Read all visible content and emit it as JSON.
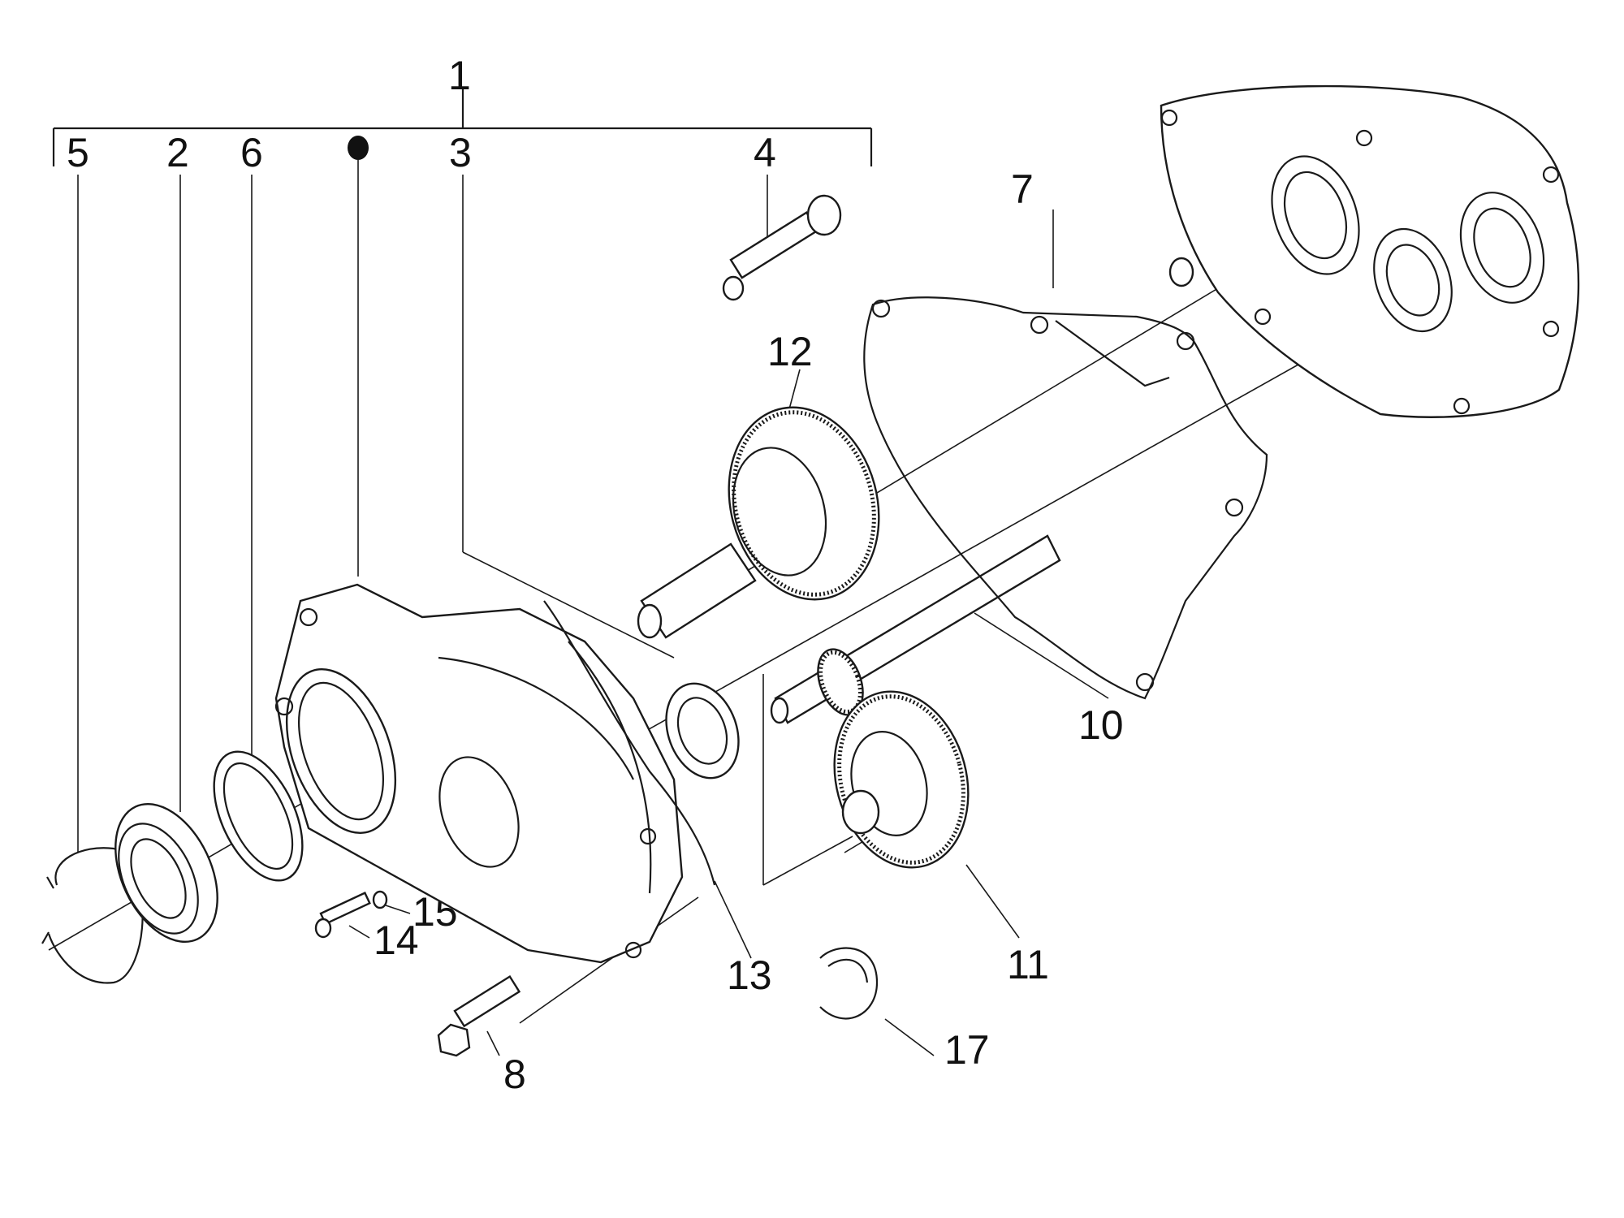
{
  "diagram": {
    "type": "exploded-parts-diagram",
    "subject": "Transmission cover / final reduction gear assembly",
    "group_label": "1",
    "group_marker": "filled-dot",
    "callouts": [
      {
        "id": "1",
        "part": "Cover assembly (group)"
      },
      {
        "id": "2",
        "part": "Bearing"
      },
      {
        "id": "3",
        "part": "Bearing"
      },
      {
        "id": "4",
        "part": "Oil drain plug / breather bolt"
      },
      {
        "id": "5",
        "part": "Circlip"
      },
      {
        "id": "6",
        "part": "Oil seal"
      },
      {
        "id": "7",
        "part": "Gasket"
      },
      {
        "id": "8",
        "part": "Flange bolt"
      },
      {
        "id": "10",
        "part": "Intermediate shaft with pinion"
      },
      {
        "id": "11",
        "part": "Intermediate gear"
      },
      {
        "id": "12",
        "part": "Output shaft with gear"
      },
      {
        "id": "13",
        "part": "Hose / breather pipe"
      },
      {
        "id": "14",
        "part": "Screw"
      },
      {
        "id": "15",
        "part": "Washer"
      },
      {
        "id": "17",
        "part": "Clamp"
      }
    ]
  },
  "labels": {
    "l1": "1",
    "l2": "2",
    "l3": "3",
    "l4": "4",
    "l5": "5",
    "l6": "6",
    "l7": "7",
    "l8": "8",
    "l10": "10",
    "l11": "11",
    "l12": "12",
    "l13": "13",
    "l14": "14",
    "l15": "15",
    "l17": "17"
  }
}
